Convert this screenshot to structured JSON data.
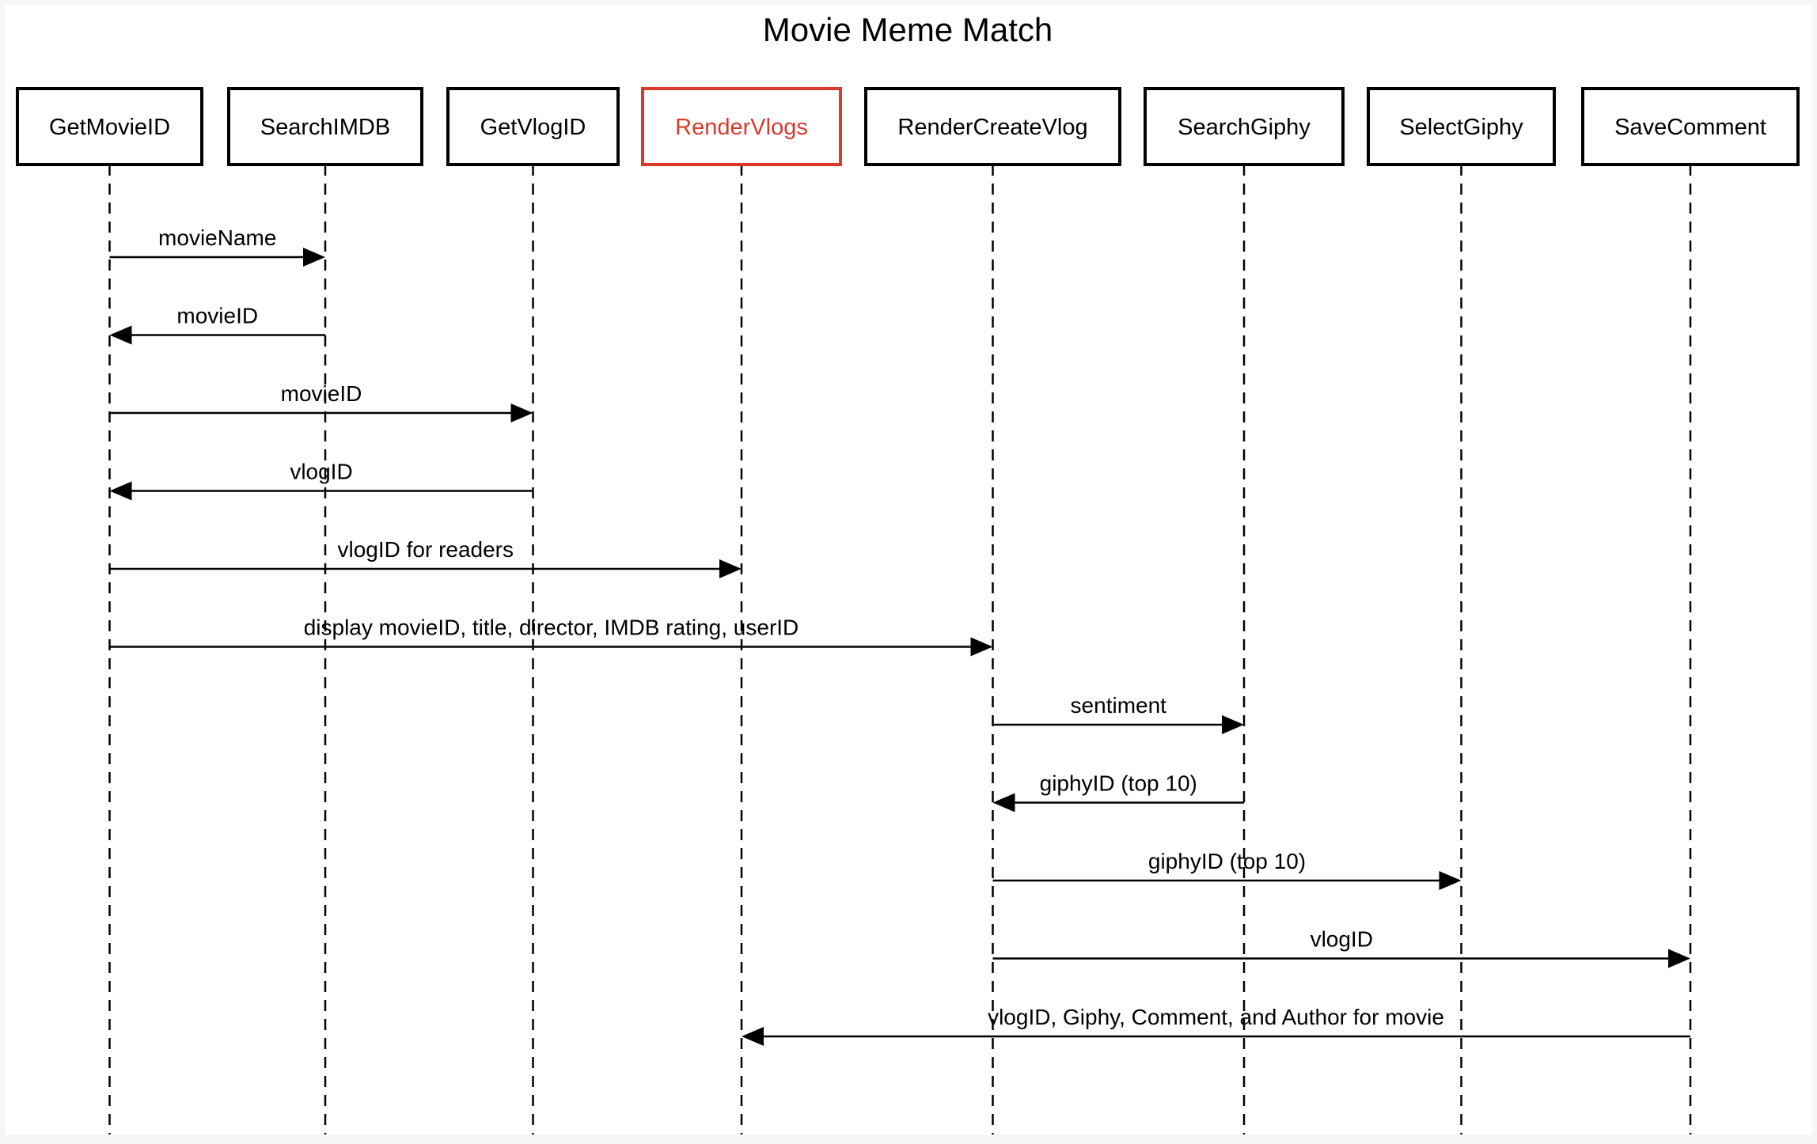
{
  "diagram": {
    "title": "Movie Meme Match",
    "highlight_color": "#d93a2b",
    "participants": [
      {
        "id": "getmovieid",
        "label": "GetMovieID",
        "highlight": false
      },
      {
        "id": "searchimdb",
        "label": "SearchIMDB",
        "highlight": false
      },
      {
        "id": "getvlogid",
        "label": "GetVlogID",
        "highlight": false
      },
      {
        "id": "rendervlogs",
        "label": "RenderVlogs",
        "highlight": true
      },
      {
        "id": "rendercreatevlog",
        "label": "RenderCreateVlog",
        "highlight": false
      },
      {
        "id": "searchgiphy",
        "label": "SearchGiphy",
        "highlight": false
      },
      {
        "id": "selectgiphy",
        "label": "SelectGiphy",
        "highlight": false
      },
      {
        "id": "savecomment",
        "label": "SaveComment",
        "highlight": false
      }
    ],
    "messages": [
      {
        "from": 0,
        "to": 1,
        "label": "movieName"
      },
      {
        "from": 1,
        "to": 0,
        "label": "movieID"
      },
      {
        "from": 0,
        "to": 2,
        "label": "movieID"
      },
      {
        "from": 2,
        "to": 0,
        "label": "vlogID"
      },
      {
        "from": 0,
        "to": 3,
        "label": "vlogID for readers"
      },
      {
        "from": 0,
        "to": 4,
        "label": "display movieID, title, director, IMDB rating, userID"
      },
      {
        "from": 4,
        "to": 5,
        "label": "sentiment"
      },
      {
        "from": 5,
        "to": 4,
        "label": "giphyID (top 10)"
      },
      {
        "from": 4,
        "to": 6,
        "label": "giphyID (top 10)"
      },
      {
        "from": 4,
        "to": 7,
        "label": "vlogID"
      },
      {
        "from": 7,
        "to": 3,
        "label": "vlogID, Giphy, Comment, and Author for movie"
      }
    ]
  }
}
